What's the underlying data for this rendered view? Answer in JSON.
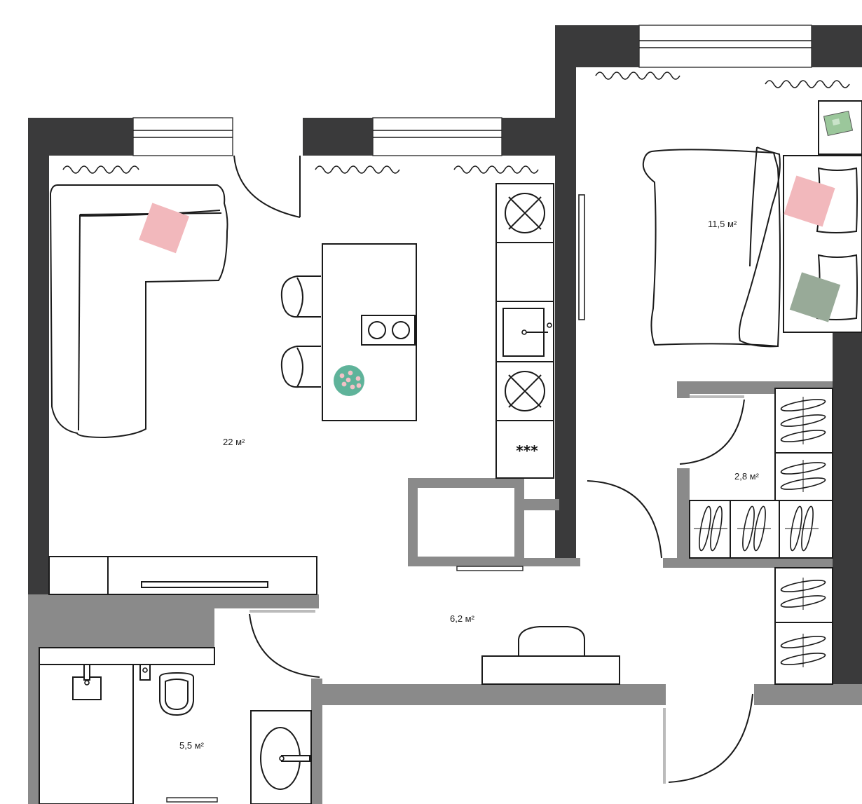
{
  "rooms": {
    "living_kitchen": {
      "area": "22 м²"
    },
    "bedroom": {
      "area": "11,5 м²"
    },
    "wardrobe": {
      "area": "2,8 м²"
    },
    "hallway": {
      "area": "6,2 м²"
    },
    "bathroom": {
      "area": "5,5 м²"
    }
  },
  "appliances": {
    "stove_symbol": "***"
  },
  "colors": {
    "exterior_wall": "#3a3a3b",
    "interior_wall": "#8a8a8a",
    "pillow_pink": "#f2b8bc",
    "pillow_green": "#98aa98",
    "fruit_bowl": "#5fb39a",
    "book": "#9bc79b"
  }
}
